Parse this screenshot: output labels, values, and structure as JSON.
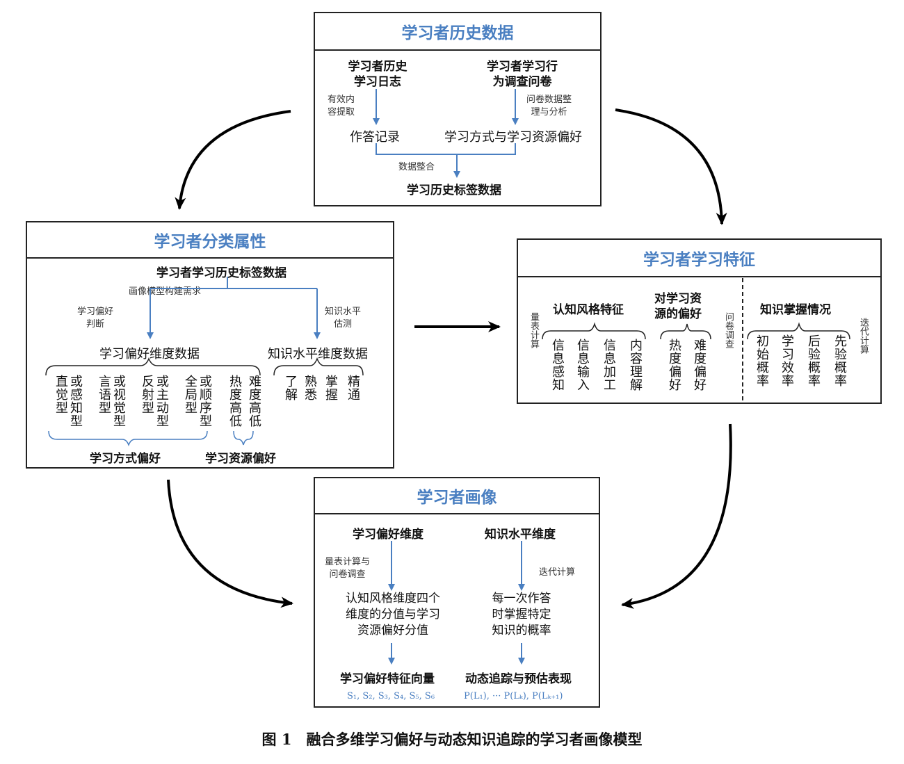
{
  "history": {
    "title": "学习者历史数据",
    "log_l1": "学习者历史",
    "log_l2": "学习日志",
    "survey_l1": "学习者学习行",
    "survey_l2": "为调查问卷",
    "extract_l1": "有效内",
    "extract_l2": "容提取",
    "analysis_l1": "问卷数据整",
    "analysis_l2": "理与分析",
    "answer_record": "作答记录",
    "style_pref": "学习方式与学习资源偏好",
    "integrate": "数据整合",
    "tag_data": "学习历史标签数据"
  },
  "classify": {
    "title": "学习者分类属性",
    "tag_data": "学习者学习历史标签数据",
    "need": "画像模型构建需求",
    "pref_judge_l1": "学习偏好",
    "pref_judge_l2": "判断",
    "know_est_l1": "知识水平",
    "know_est_l2": "估测",
    "pref_dim": "学习偏好维度数据",
    "know_dim": "知识水平维度数据",
    "pairs": [
      {
        "a": "直觉型",
        "b": "或感知型"
      },
      {
        "a": "言语型",
        "b": "或视觉型"
      },
      {
        "a": "反射型",
        "b": "或主动型"
      },
      {
        "a": "全局型",
        "b": "或顺序型"
      }
    ],
    "res_pref": [
      {
        "a": "热度高低"
      },
      {
        "a": "难度高低"
      }
    ],
    "levels": [
      "了解",
      "熟悉",
      "掌握",
      "精通"
    ],
    "method_pref": "学习方式偏好",
    "resource_pref": "学习资源偏好"
  },
  "features": {
    "title": "学习者学习特征",
    "cog": "认知风格特征",
    "res_l1": "对学习资",
    "res_l2": "源的偏好",
    "mastery": "知识掌握情况",
    "scale_calc": "量表计算",
    "questionnaire": "问卷调查",
    "iter_calc": "迭代计算",
    "cog_items": [
      "信息感知",
      "信息输入",
      "信息加工",
      "内容理解"
    ],
    "res_items": [
      "热度偏好",
      "难度偏好"
    ],
    "mastery_items": [
      "初始概率",
      "学习效率",
      "后验概率",
      "先验概率"
    ]
  },
  "portrait": {
    "title": "学习者画像",
    "pref_dim": "学习偏好维度",
    "know_dim": "知识水平维度",
    "scale_l1": "量表计算与",
    "scale_l2": "问卷调查",
    "iter": "迭代计算",
    "cog_val_l1": "认知风格维度四个",
    "cog_val_l2": "维度的分值与学习",
    "cog_val_l3": "资源偏好分值",
    "prob_l1": "每一次作答",
    "prob_l2": "时掌握特定",
    "prob_l3": "知识的概率",
    "vector": "学习偏好特征向量",
    "dynamic": "动态追踪与预估表现",
    "vector_formula": "S₁, S₂, S₃, S₄, S₅, S₆",
    "prob_formula": "P(L₁), ··· P(Lₖ), P(Lₖ₊₁)"
  },
  "caption": "图 1　融合多维学习偏好与动态知识追踪的学习者画像模型",
  "colors": {
    "accent": "#4a7fc1",
    "line": "#222222"
  }
}
